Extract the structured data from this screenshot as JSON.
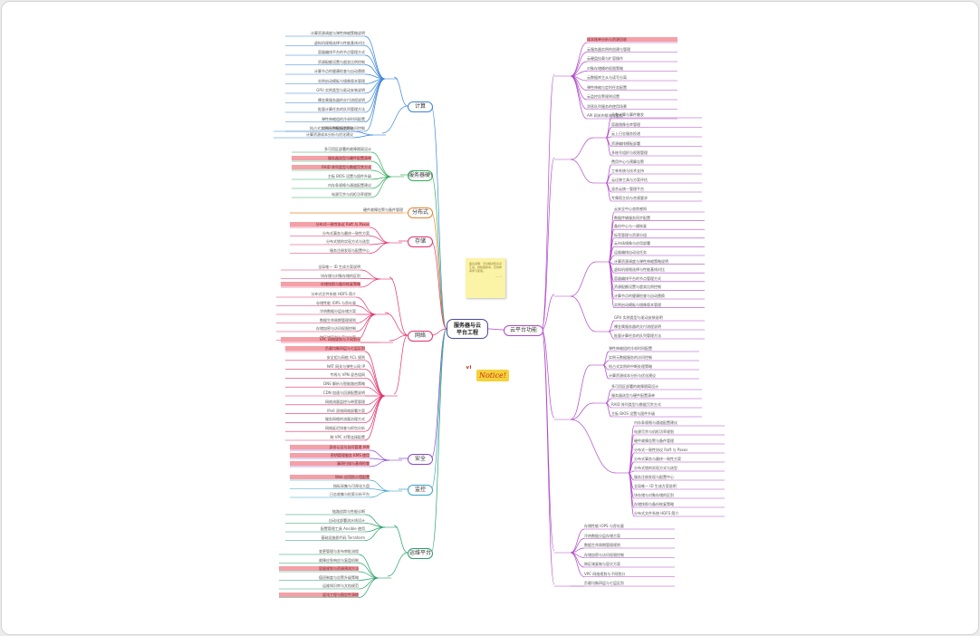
{
  "root": {
    "line1": "服务器与云",
    "line2": "平台工程"
  },
  "sticky": {
    "text": "备注说明：平台相关知识点汇总，持续更新中，仅供参考学习使用。",
    "footer": "— —"
  },
  "notice": {
    "label": "Notice!"
  },
  "colors": {
    "left_a": "#3b86d8",
    "left_b": "#2fae5a",
    "left_c": "#e8832a",
    "left_d": "#e0336b",
    "left_e": "#8a46c8",
    "left_f": "#3aa2c8",
    "left_g": "#28a068",
    "right": "#b048c8",
    "highlight": "#f4a0a7"
  },
  "left_nodes": [
    {
      "label": "计算",
      "color": "#3b86d8"
    },
    {
      "label": "服务器硬件",
      "color": "#2fae5a"
    },
    {
      "label": "分布式",
      "color": "#e8832a"
    },
    {
      "label": "存储",
      "color": "#e0336b"
    },
    {
      "label": "网络",
      "color": "#e0336b"
    },
    {
      "label": "安全",
      "color": "#8a46c8"
    },
    {
      "label": "监控",
      "color": "#3aa2c8"
    },
    {
      "label": "运维平台",
      "color": "#28a068"
    }
  ],
  "right_nodes": [
    {
      "label": "云平台功能",
      "color": "#b048c8"
    }
  ],
  "labels": [
    "计算资源调度与弹性伸缩策略说明",
    "虚拟机规格选择与性能基线对比",
    "容器编排平台的节点管理方式",
    "资源配额设置与超卖比例控制",
    "计算节点的健康检查与自动替换",
    "实例启动模板与镜像版本管理",
    "GPU 实例类型与驱动安装说明",
    "裸金属服务器的交付流程说明",
    "批量计算任务的队列管理方法",
    "弹性伸缩组的冷却时间配置",
    "实例元数据服务的访问控制",
    "抢占式实例的中断处理策略",
    "计算资源成本分析与优化建议",
    "多可用区部署的故障隔离设计",
    "服务器选型与硬件配置清单",
    "RAID 阵列类型与数据冗余方式",
    "主板 BIOS 设置与固件升级",
    "内存条规格与通道配置建议",
    "电源冗余与机柜功率规划",
    "硬件故障告警与备件管理",
    "分布式一致性协议 Raft 与 Paxos",
    "分布式事务与最终一致性方案",
    "分布式锁的实现方式与选型",
    "服务注册发现与配置中心",
    "全局唯一 ID 生成方案说明",
    "块存储与对象存储的区别",
    "存储快照与备份恢复策略",
    "分布式文件系统 HDFS 简介",
    "存储性能 IOPS 与吞吐量",
    "冷热数据分层存储方案",
    "数据生命周期管理规则",
    "存储加密与访问权限控制",
    "跨区域复制与容灾方案",
    "VPC 网络规划与子网划分",
    "负载均衡四层与七层区别",
    "安全组与网络 ACL 规则",
    "NAT 网关与弹性公网 IP",
    "专线与 VPN 混合组网",
    "DNS 解析与智能路由策略",
    "CDN 加速与回源配置说明",
    "网络流量监控与带宽管理",
    "IPv6 双栈网络部署方案",
    "服务网格的流量治理方式",
    "网络延迟排查与抓包分析",
    "跨 VPC 对等连接配置",
    "身份认证与访问管理 IAM",
    "密钥管理服务 KMS 使用",
    "漏洞扫描与基线检查",
    "Web 应用防火墙配置",
    "指标采集与可视化大盘",
    "日志收集与检索分析平台",
    "链路追踪与性能诊断",
    "自动化部署流水线设计",
    "配置管理工具 Ansible 使用",
    "基础设施即代码 Terraform",
    "变更管理与发布审批流程",
    "故障应急响应与复盘机制",
    "容量规划与资源预测方法",
    "值班制度与告警升级策略",
    "运维知识库与文档规范",
    "混沌工程与稳定性演练",
    "成本账单分析与资源回收",
    "云服务器实例的创建与管理",
    "云硬盘挂载与扩容操作",
    "对象存储桶的权限策略",
    "云数据库主从与读写分离",
    "弹性伸缩与定时任务配置",
    "云监控告警规则设置",
    "消息队列服务的使用场景",
    "API 网关的限流与鉴权",
    "函数计算与事件触发",
    "容器镜像仓库管理",
    "云上日志服务投递",
    "资源编排模板部署",
    "多账号组织与权限管理",
    "费用中心与预算告警",
    "工单系统与技术支持",
    "云迁移工具与方案评估",
    "混合云统一管理平台",
    "专属宿主机与合规要求",
    "云安全中心态势感知",
    "数据传输服务同步配置",
    "备份中心与一键恢复",
    "标签管理与资源分组",
    "云市场镜像与应用部署",
    "运维编排自动化任务"
  ]
}
